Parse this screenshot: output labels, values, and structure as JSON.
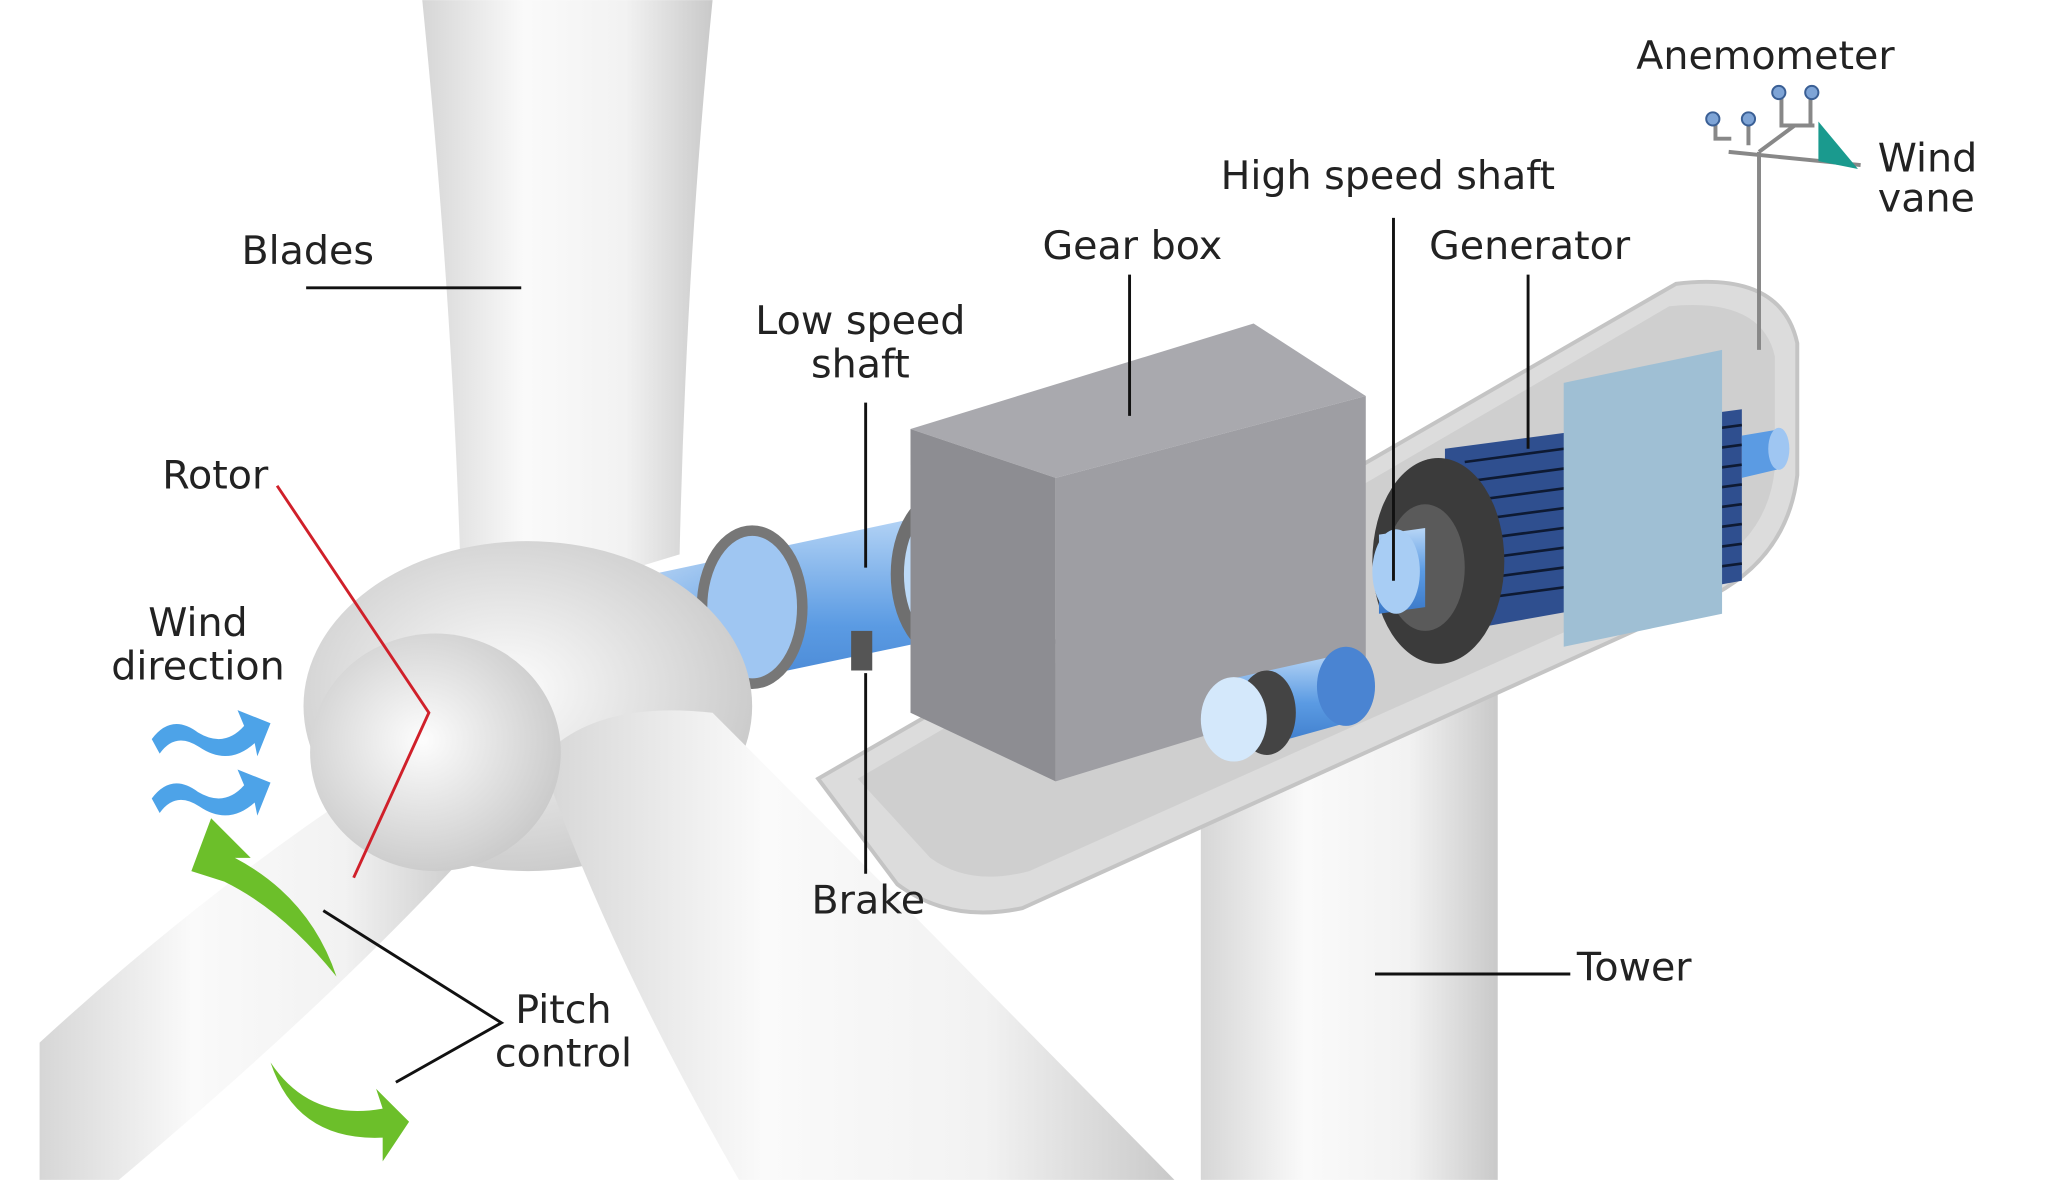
{
  "title": "Wind turbine components",
  "labels": {
    "anemometer": "Anemometer",
    "wind_vane_1": "Wind",
    "wind_vane_2": "vane",
    "high_speed_shaft": "High speed shaft",
    "gear_box": "Gear box",
    "generator": "Generator",
    "blades": "Blades",
    "low_speed_shaft_1": "Low speed",
    "low_speed_shaft_2": "shaft",
    "rotor": "Rotor",
    "wind_direction_1": "Wind",
    "wind_direction_2": "direction",
    "brake": "Brake",
    "tower": "Tower",
    "pitch_control_1": "Pitch",
    "pitch_control_2": "control"
  },
  "colors": {
    "shaft_blue": "#6aa6e8",
    "generator_blue": "#2f4f8f",
    "wind_arrow": "#4da3e8",
    "pitch_arrow": "#6cbf2a",
    "rotor_line": "#d0202a",
    "wind_vane": "#1a9a8e"
  }
}
